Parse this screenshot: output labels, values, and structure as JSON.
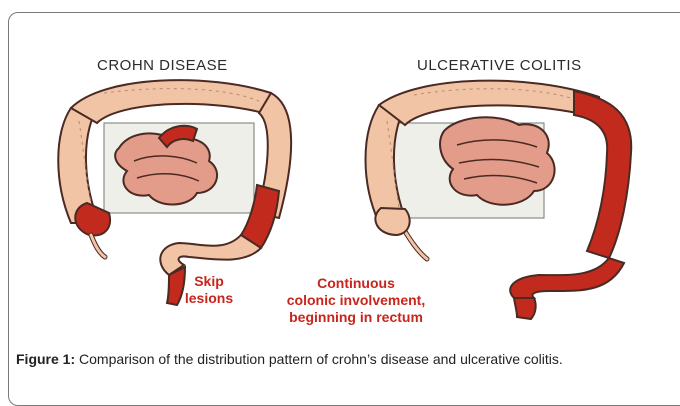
{
  "panels": {
    "left_title": "CROHN DISEASE",
    "right_title": "ULCERATIVE COLITIS"
  },
  "labels": {
    "skip_line1": "Skip",
    "skip_line2": "lesions",
    "cont_line1": "Continuous",
    "cont_line2": "colonic involvement,",
    "cont_line3": "beginning in rectum"
  },
  "caption": {
    "figure_label": "Figure 1:",
    "text": " Comparison of the distribution pattern of crohn’s disease and ulcerative colitis."
  },
  "colors": {
    "healthy_colon": "#f1c4a6",
    "colon_outline": "#4a2a22",
    "diseased": "#c32a1e",
    "small_bowel": "#e39b8a",
    "label_red": "#c8251c"
  }
}
